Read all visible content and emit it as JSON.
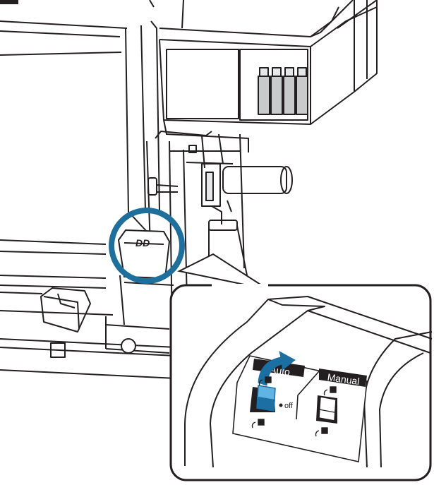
{
  "figure": {
    "switch_panel": {
      "auto_label": "Auto",
      "manual_label": "Manual",
      "off_label": "off",
      "auto_position": "selected",
      "manual_position": "neutral"
    },
    "colors": {
      "line": "#231f20",
      "highlight": "#1f6f9c",
      "switch_blue": "#5fb4e3",
      "switch_blue_dark": "#1c6fa3",
      "gray": "#c9cacb",
      "light_gray": "#e6e7e8",
      "black": "#231f20"
    },
    "icons": [
      "highlight-circle",
      "zoom-callout",
      "rotate-arrow",
      "roll-direction-icon"
    ]
  }
}
